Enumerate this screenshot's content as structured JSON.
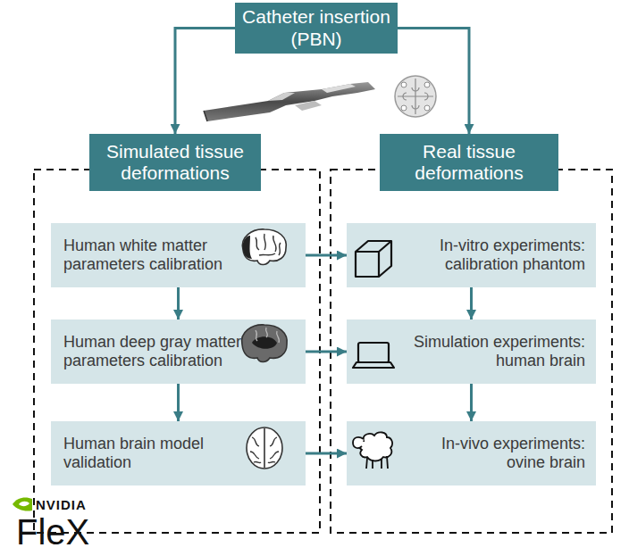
{
  "diagram": {
    "nodes": [
      {
        "text": [
          "Catheter insertion (PBN)"
        ]
      },
      {
        "text": [
          "Simulated tissue deformations"
        ]
      },
      {
        "text": [
          "Real tissue deformations"
        ]
      },
      {
        "text": [
          "Human white matter parameters calibration"
        ]
      },
      {
        "text": [
          "Human deep gray matter parameters calibration"
        ]
      },
      {
        "text": [
          "Human brain model validation"
        ]
      },
      {
        "text": [
          "In-vitro experiments: calibration phantom"
        ]
      },
      {
        "text": [
          "Simulation experiments: human brain"
        ]
      },
      {
        "text": [
          "In-vivo experiments: ovine brain"
        ]
      }
    ],
    "edges": [
      {
        "from": 0,
        "to": 1,
        "arrow": "to"
      },
      {
        "from": 0,
        "to": 2,
        "arrow": "to"
      },
      {
        "from": 3,
        "to": 4,
        "arrow": "to"
      },
      {
        "from": 4,
        "to": 5,
        "arrow": "to"
      },
      {
        "from": 6,
        "to": 7,
        "arrow": "to"
      },
      {
        "from": 7,
        "to": 8,
        "arrow": "to"
      },
      {
        "from": 3,
        "to": 6,
        "arrow": "to"
      },
      {
        "from": 4,
        "to": 7,
        "arrow": "to"
      },
      {
        "from": 5,
        "to": 8,
        "arrow": "to"
      }
    ],
    "labels": [
      "NVIDIA",
      "FleX"
    ]
  }
}
